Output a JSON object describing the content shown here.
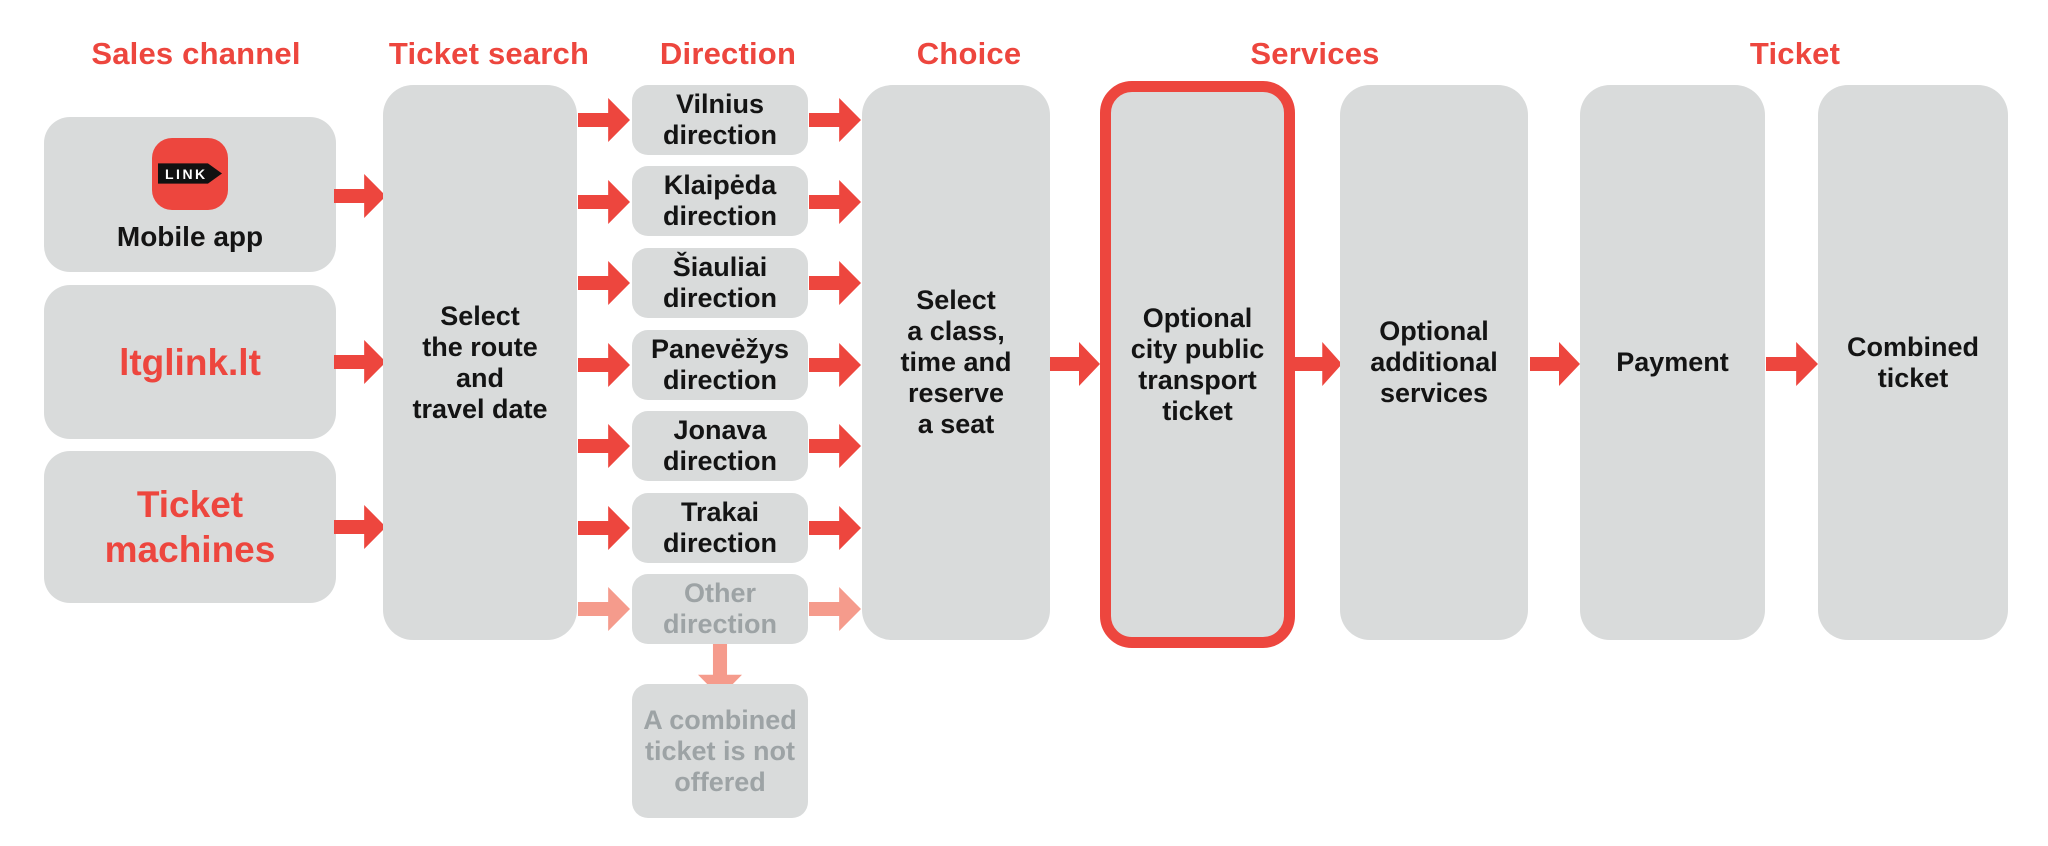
{
  "palette": {
    "red": "#ED463E",
    "salmon": "#F59B8C",
    "box_gray": "#D9DBDB",
    "muted_text": "#9DA3A5",
    "dark_text": "#141414"
  },
  "headers": {
    "sales_channel": "Sales channel",
    "ticket_search": "Ticket search",
    "direction": "Direction",
    "choice": "Choice",
    "services": "Services",
    "ticket": "Ticket"
  },
  "sales_channels": {
    "mobile_app": {
      "label": "Mobile app",
      "icon_text": "LINK"
    },
    "website": {
      "label": "ltglink.lt"
    },
    "ticket_machines": {
      "label": "Ticket\nmachines"
    }
  },
  "ticket_search": {
    "label": "Select\nthe route\nand\ntravel date"
  },
  "directions": [
    {
      "label": "Vilnius\ndirection",
      "muted": false
    },
    {
      "label": "Klaipėda\ndirection",
      "muted": false
    },
    {
      "label": "Šiauliai\ndirection",
      "muted": false
    },
    {
      "label": "Panevėžys\ndirection",
      "muted": false
    },
    {
      "label": "Jonava\ndirection",
      "muted": false
    },
    {
      "label": "Trakai\ndirection",
      "muted": false
    },
    {
      "label": "Other\ndirection",
      "muted": true
    }
  ],
  "choice": {
    "label": "Select\na class,\ntime and\nreserve\na seat"
  },
  "services": {
    "city_transport": {
      "label": "Optional\ncity public\ntransport\nticket",
      "highlighted": true
    },
    "additional": {
      "label": "Optional\nadditional\nservices"
    }
  },
  "payment": {
    "label": "Payment"
  },
  "ticket_output": {
    "label": "Combined\nticket"
  },
  "not_offered": {
    "label": "A combined\nticket is not\noffered"
  }
}
